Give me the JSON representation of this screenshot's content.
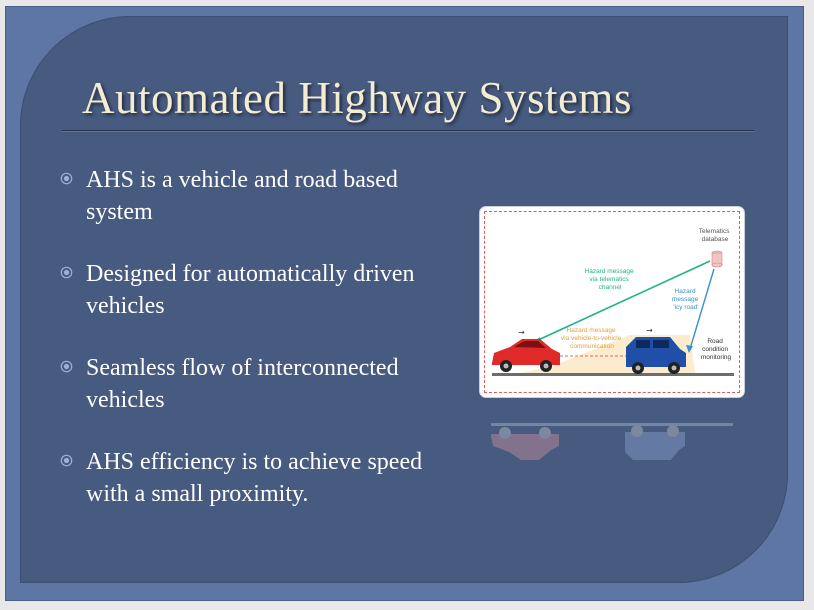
{
  "title": "Automated Highway Systems",
  "bullets": [
    "AHS  is a vehicle and road based system",
    "Designed for automatically driven vehicles",
    "Seamless flow of interconnected vehicles",
    "AHS efficiency is to achieve speed with a small proximity."
  ],
  "diagram": {
    "telematics": [
      "Telematics",
      "database"
    ],
    "hazard_telematics": [
      "Hazard message",
      "via telematics",
      "channel"
    ],
    "hazard_icy": [
      "Hazard",
      "message",
      "'icy road'"
    ],
    "hazard_v2v": [
      "Hazard message",
      "via vehicle-to-vehicle",
      "communication"
    ],
    "road_condition": [
      "Road",
      "condition",
      "monitoring"
    ]
  },
  "colors": {
    "background": "#475a80",
    "title": "#f3ecd2",
    "text": "#ffffff",
    "green_arrow": "#1fb38a",
    "blue_arrow": "#3a8fd0",
    "red_car": "#e02a2a",
    "blue_car": "#1f4fa8"
  },
  "icons": [
    "bullet-circle-icon"
  ]
}
